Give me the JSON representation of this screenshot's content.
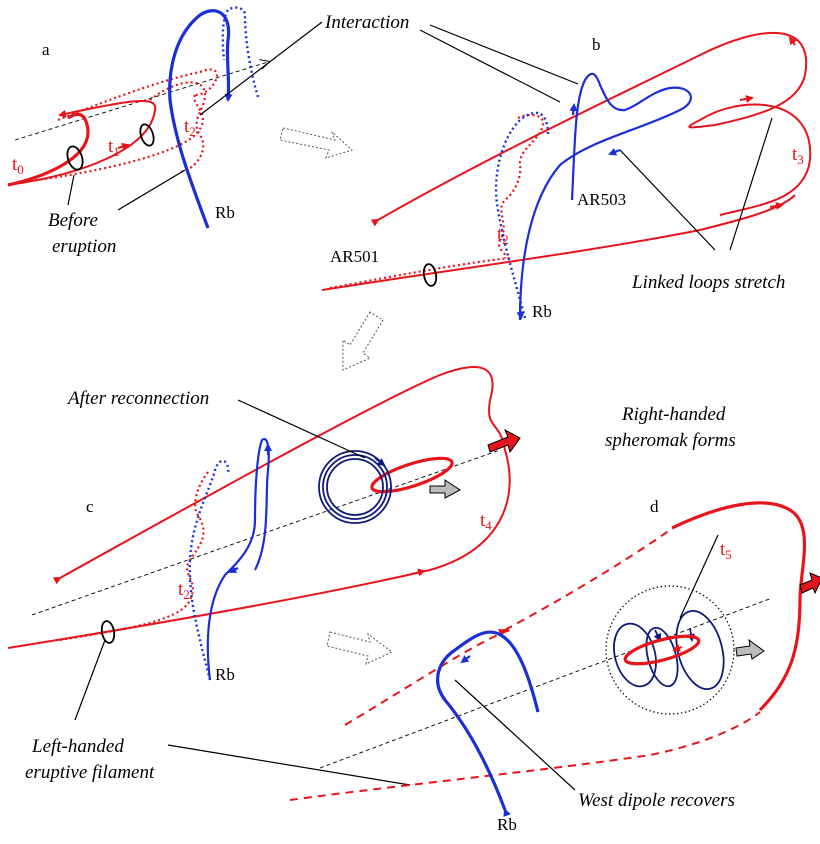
{
  "colors": {
    "red_loop": "#e8141b",
    "blue_loop": "#1a2fd6",
    "navy_spheromak": "#0e1a7a",
    "gray_arrow": "#bbbbbb"
  },
  "panels": {
    "a": {
      "letter": "a",
      "t0": "t",
      "t0_sub": "0",
      "t1": "t",
      "t1_sub": "1",
      "t2": "t",
      "t2_sub": "2",
      "rb": "Rb",
      "note_line1": "Before",
      "note_line2": "eruption"
    },
    "b": {
      "letter": "b",
      "t2": "t",
      "t2_sub": "2",
      "t3": "t",
      "t3_sub": "3",
      "rb": "Rb",
      "ar503": "AR503",
      "ar501": "AR501",
      "note": "Linked loops stretch"
    },
    "c": {
      "letter": "c",
      "t2": "t",
      "t2_sub": "2",
      "t4": "t",
      "t4_sub": "4",
      "rb": "Rb",
      "note": "After reconnection"
    },
    "d": {
      "letter": "d",
      "t5": "t",
      "t5_sub": "5",
      "rb": "Rb",
      "note_line1": "Right-handed",
      "note_line2": "spheromak forms",
      "note_west": "West dipole recovers"
    }
  },
  "shared": {
    "interaction": "Interaction",
    "left_handed_line1": "Left-handed",
    "left_handed_line2": "eruptive filament"
  }
}
